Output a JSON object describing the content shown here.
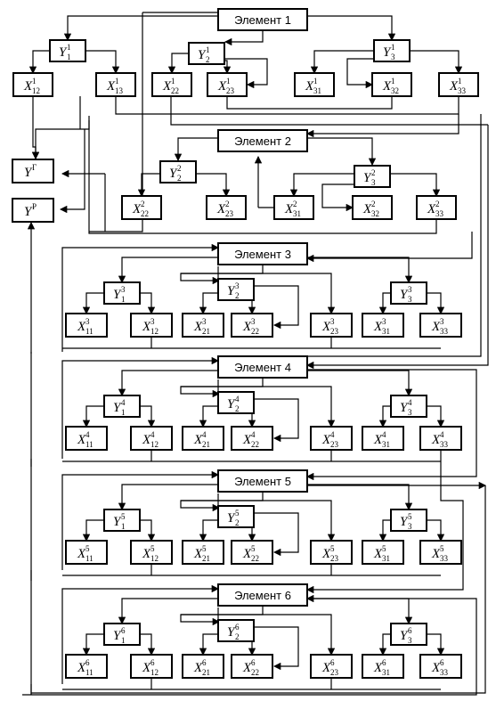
{
  "elements": [
    {
      "label": "Элемент 1",
      "y": [
        "1",
        "2",
        "3"
      ],
      "x": [
        "12",
        "13",
        "22",
        "23",
        "31",
        "32",
        "33"
      ],
      "sup": "1"
    },
    {
      "label": "Элемент 2",
      "y": [
        "2",
        "3"
      ],
      "x": [
        "22",
        "23",
        "31",
        "32",
        "33"
      ],
      "sup": "2"
    },
    {
      "label": "Элемент 3",
      "y": [
        "1",
        "2",
        "3"
      ],
      "x": [
        "11",
        "12",
        "21",
        "22",
        "23",
        "31",
        "33"
      ],
      "sup": "3"
    },
    {
      "label": "Элемент 4",
      "y": [
        "1",
        "2",
        "3"
      ],
      "x": [
        "11",
        "12",
        "21",
        "22",
        "23",
        "31",
        "33"
      ],
      "sup": "4"
    },
    {
      "label": "Элемент 5",
      "y": [
        "1",
        "2",
        "3"
      ],
      "x": [
        "11",
        "12",
        "21",
        "22",
        "23",
        "31",
        "33"
      ],
      "sup": "5"
    },
    {
      "label": "Элемент 6",
      "y": [
        "1",
        "2",
        "3"
      ],
      "x": [
        "11",
        "12",
        "21",
        "22",
        "23",
        "31",
        "33"
      ],
      "sup": "6"
    }
  ],
  "outputs": [
    {
      "main": "Y",
      "sup": "Г"
    },
    {
      "main": "Y",
      "sup": "P"
    }
  ]
}
